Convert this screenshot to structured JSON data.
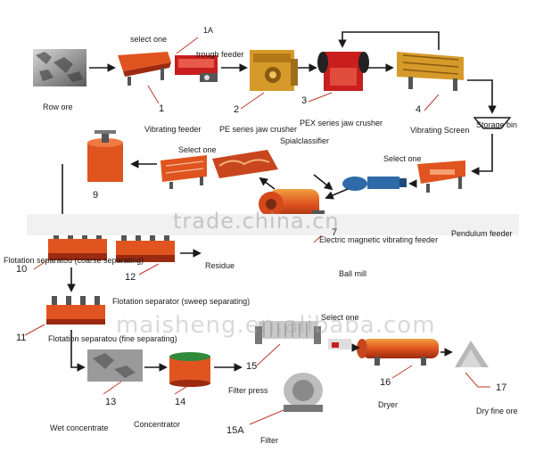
{
  "labels": {
    "row_ore": "Row ore",
    "select_one_1": "select one",
    "label_1a": "1A",
    "trough_feeder": "trough feeder",
    "num_1": "1",
    "vibrating_feeder": "Vibrating feeder",
    "num_2": "2",
    "pe_jaw": "PE series jaw crusher",
    "num_3": "3",
    "pex_jaw": "PEX series jaw crusher",
    "num_4": "4",
    "vibrating_screen": "Vibrating Screen",
    "storage_bin": "Storage bin",
    "select_one_2": "Select one",
    "spiral_classifier": "Spialclassifier",
    "select_one_3": "Select one",
    "num_9": "9",
    "pendulum_feeder": "Pendulum feeder",
    "num_7": "7",
    "emv_feeder": "Electric magnetic vibrating feeder",
    "flotation_coarse": "Flotation separatou (coarse separating)",
    "residue": "Residue",
    "num_10": "10",
    "num_12": "12",
    "ball_mill": "Ball mill",
    "flotation_sweep": "Flotation separator (sweep separating)",
    "num_11": "11",
    "flotation_fine": "Flotation separatou (fine separating)",
    "select_one_4": "Select one",
    "num_15": "15",
    "num_16": "16",
    "num_17": "17",
    "num_13": "13",
    "num_14": "14",
    "filter_press": "Filter press",
    "dryer": "Dryer",
    "dry_fine_ore": "Dry fine ore",
    "wet_concentrate": "Wet concentrate",
    "concentrator": "Concentrator",
    "num_15a": "15A",
    "filter": "Filter"
  },
  "watermarks": {
    "trade": "trade.china.cn",
    "maisheng": "maisheng.en.alibaba.com"
  },
  "colors": {
    "machine_orange": "#e0541f",
    "machine_red": "#c81e1e",
    "machine_yellow": "#d69a2a",
    "arrow": "#1a1a1a",
    "leader": "#c0392b"
  }
}
